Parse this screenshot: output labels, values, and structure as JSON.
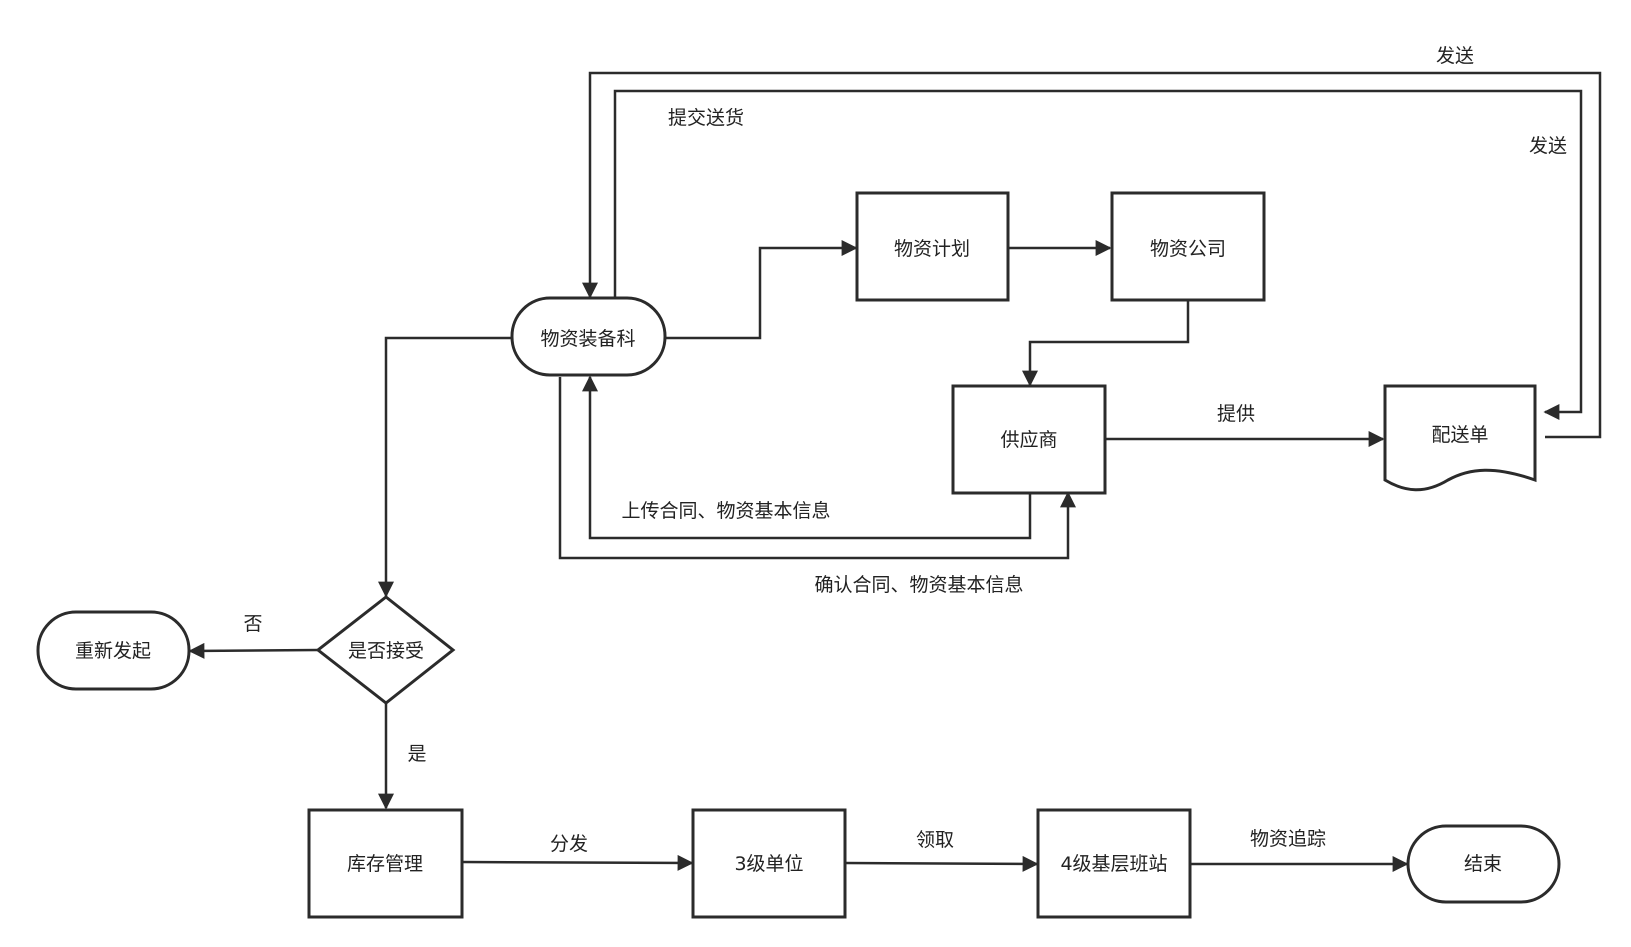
{
  "nodes": {
    "material_dept": "物资装备科",
    "material_plan": "物资计划",
    "material_company": "物资公司",
    "supplier": "供应商",
    "delivery_note": "配送单",
    "accept_decision": "是否接受",
    "restart": "重新发起",
    "inventory": "库存管理",
    "level3_unit": "3级单位",
    "level4_station": "4级基层班站",
    "end": "结束"
  },
  "edge_labels": {
    "send_outer": "发送",
    "send_inner": "发送",
    "submit_delivery": "提交送货",
    "provide": "提供",
    "upload_contract": "上传合同、物资基本信息",
    "confirm_contract": "确认合同、物资基本信息",
    "no": "否",
    "yes": "是",
    "distribute": "分发",
    "receive": "领取",
    "tracking": "物资追踪"
  },
  "colors": {
    "stroke": "#2b2b2b",
    "text": "#222222",
    "background": "#ffffff"
  }
}
